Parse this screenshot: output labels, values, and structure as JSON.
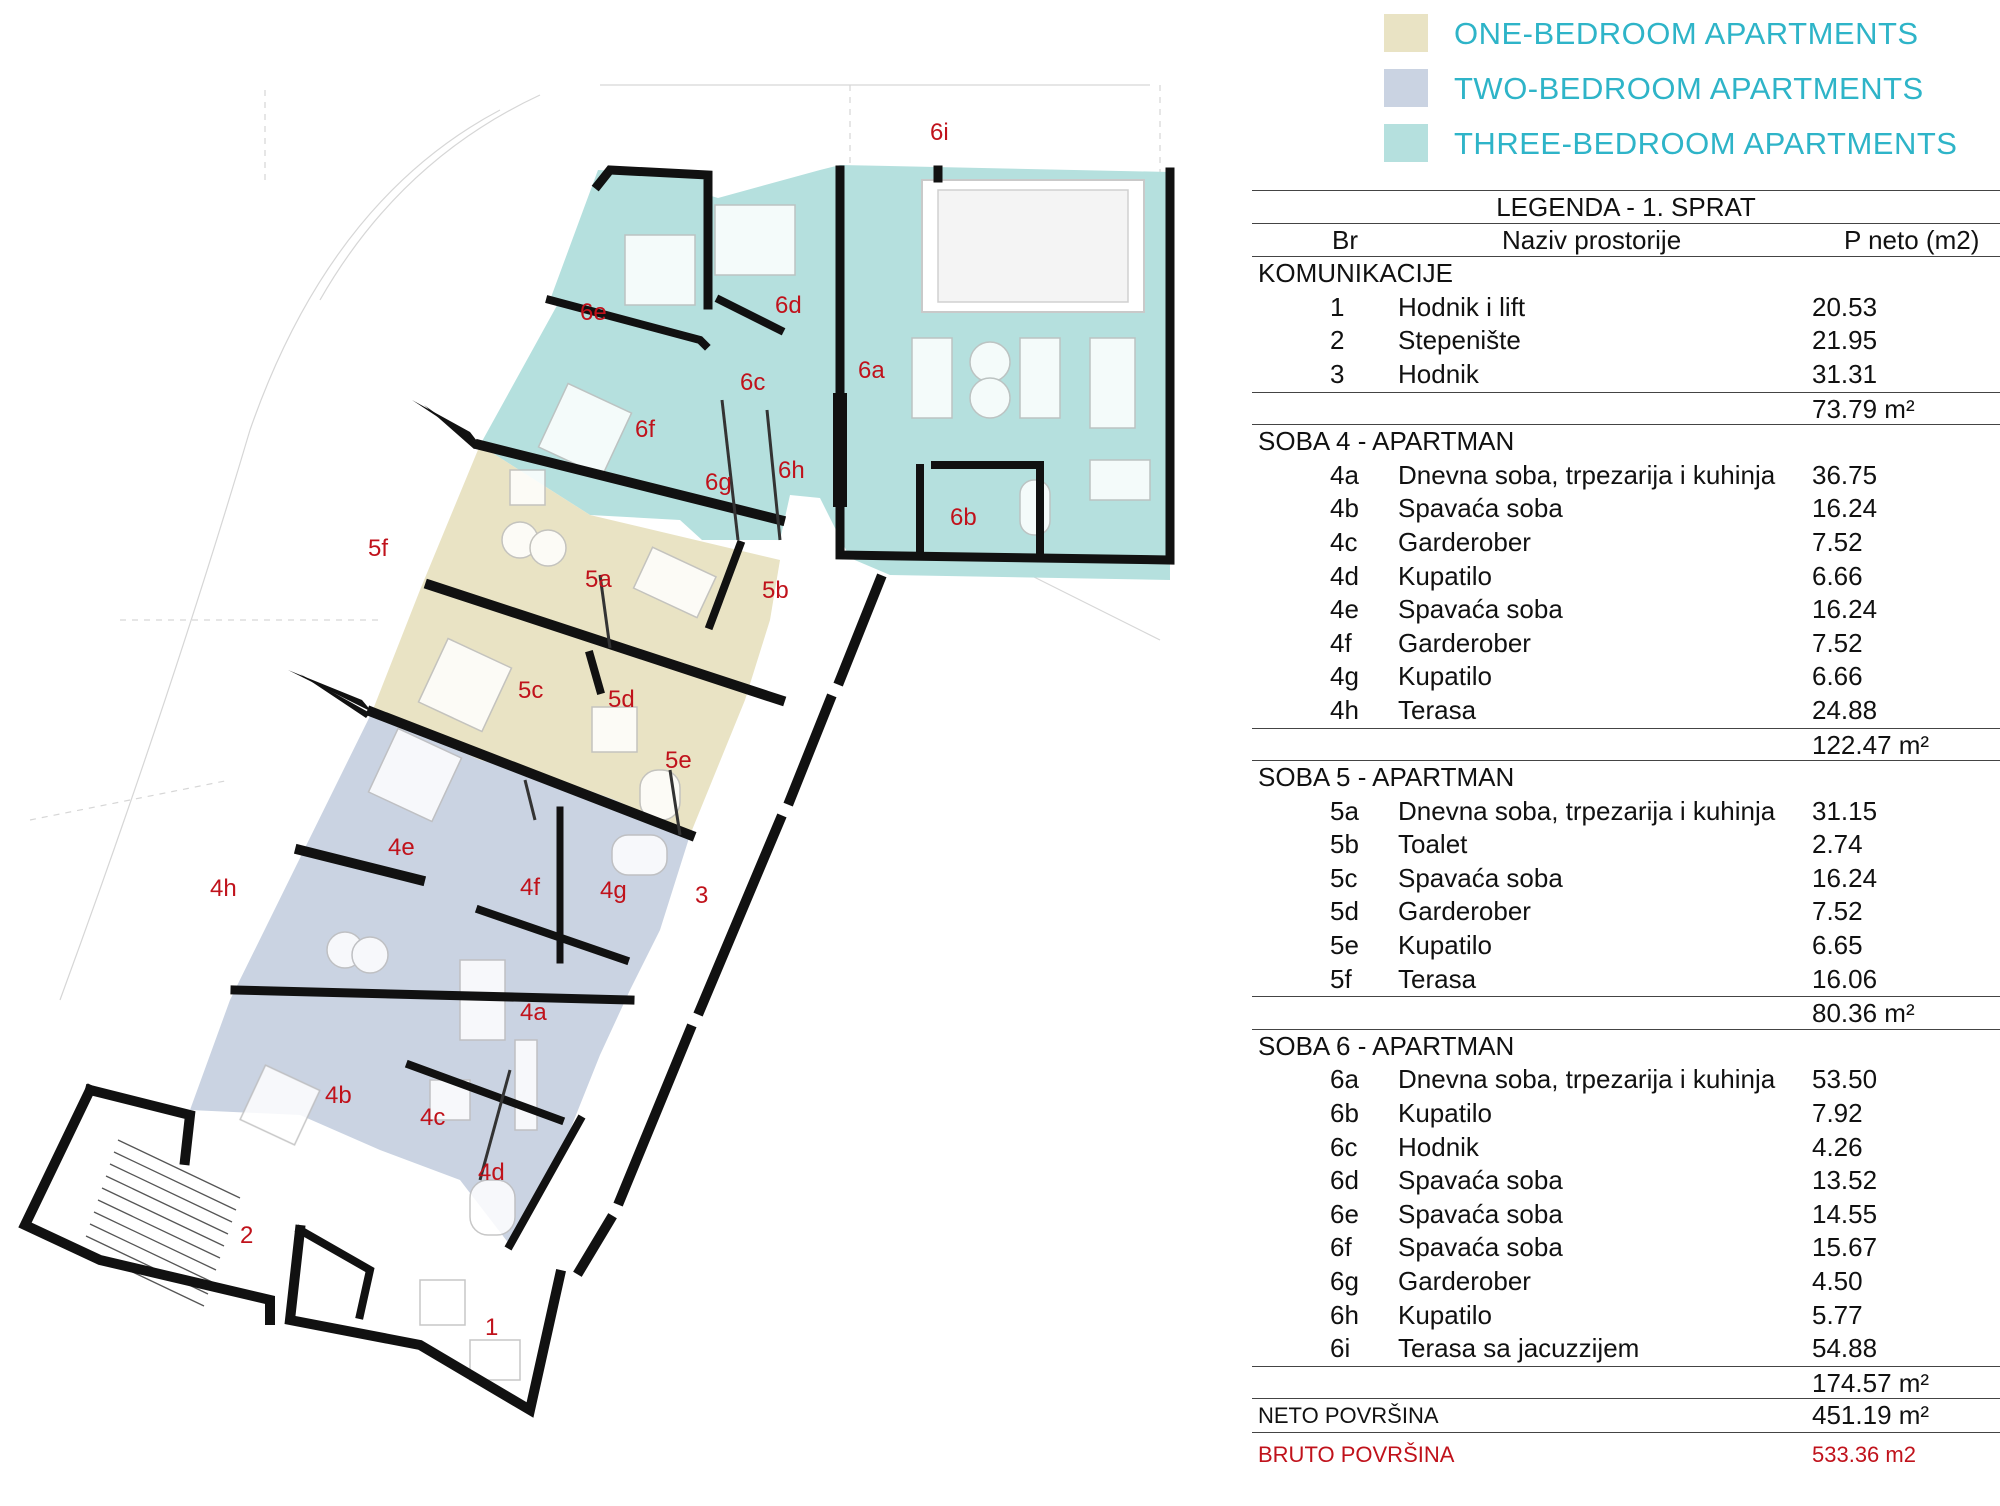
{
  "colors": {
    "one_bedroom": "#e9e3c4",
    "two_bedroom": "#cad3e2",
    "three_bedroom": "#b5e0de",
    "legend_text": "#2eb4c8",
    "label_red": "#c0121b",
    "wall": "#111111"
  },
  "legend": {
    "items": [
      {
        "label": "ONE-BEDROOM APARTMENTS",
        "color": "#e9e3c4"
      },
      {
        "label": "TWO-BEDROOM APARTMENTS",
        "color": "#cad3e2"
      },
      {
        "label": "THREE-BEDROOM APARTMENTS",
        "color": "#b5e0de"
      }
    ]
  },
  "plan": {
    "room_labels": [
      "6i",
      "6e",
      "6d",
      "6a",
      "6c",
      "6f",
      "6h",
      "6g",
      "6b",
      "5f",
      "5a",
      "5b",
      "5c",
      "5d",
      "5e",
      "4e",
      "4h",
      "4f",
      "4g",
      "3",
      "4a",
      "4b",
      "4c",
      "4d",
      "2",
      "1"
    ]
  },
  "table": {
    "title": "LEGENDA - 1. SPRAT",
    "headers": {
      "br": "Br",
      "naziv": "Naziv prostorije",
      "pneto": "P neto (m2)"
    },
    "sections": [
      {
        "name": "KOMUNIKACIJE",
        "rows": [
          {
            "code": "1",
            "name": "Hodnik i lift",
            "area": "20.53"
          },
          {
            "code": "2",
            "name": "Stepenište",
            "area": "21.95"
          },
          {
            "code": "3",
            "name": "Hodnik",
            "area": "31.31"
          }
        ],
        "total": "73.79 m²"
      },
      {
        "name": "SOBA 4 - APARTMAN",
        "rows": [
          {
            "code": "4a",
            "name": "Dnevna soba, trpezarija i kuhinja",
            "area": "36.75"
          },
          {
            "code": "4b",
            "name": "Spavaća soba",
            "area": "16.24"
          },
          {
            "code": "4c",
            "name": "Garderober",
            "area": "7.52"
          },
          {
            "code": "4d",
            "name": "Kupatilo",
            "area": "6.66"
          },
          {
            "code": "4e",
            "name": "Spavaća soba",
            "area": "16.24"
          },
          {
            "code": "4f",
            "name": "Garderober",
            "area": "7.52"
          },
          {
            "code": "4g",
            "name": "Kupatilo",
            "area": "6.66"
          },
          {
            "code": "4h",
            "name": "Terasa",
            "area": "24.88"
          }
        ],
        "total": "122.47 m²"
      },
      {
        "name": "SOBA 5 - APARTMAN",
        "rows": [
          {
            "code": "5a",
            "name": "Dnevna soba, trpezarija i kuhinja",
            "area": "31.15"
          },
          {
            "code": "5b",
            "name": "Toalet",
            "area": "2.74"
          },
          {
            "code": "5c",
            "name": "Spavaća soba",
            "area": "16.24"
          },
          {
            "code": "5d",
            "name": "Garderober",
            "area": "7.52"
          },
          {
            "code": "5e",
            "name": "Kupatilo",
            "area": "6.65"
          },
          {
            "code": "5f",
            "name": "Terasa",
            "area": "16.06"
          }
        ],
        "total": "80.36 m²"
      },
      {
        "name": "SOBA 6 - APARTMAN",
        "rows": [
          {
            "code": "6a",
            "name": "Dnevna soba, trpezarija i kuhinja",
            "area": "53.50"
          },
          {
            "code": "6b",
            "name": "Kupatilo",
            "area": "7.92"
          },
          {
            "code": "6c",
            "name": "Hodnik",
            "area": "4.26"
          },
          {
            "code": "6d",
            "name": "Spavaća soba",
            "area": "13.52"
          },
          {
            "code": "6e",
            "name": "Spavaća soba",
            "area": "14.55"
          },
          {
            "code": "6f",
            "name": "Spavaća soba",
            "area": "15.67"
          },
          {
            "code": "6g",
            "name": "Garderober",
            "area": "4.50"
          },
          {
            "code": "6h",
            "name": "Kupatilo",
            "area": "5.77"
          },
          {
            "code": "6i",
            "name": "Terasa sa jacuzzijem",
            "area": "54.88"
          }
        ],
        "total": "174.57 m²"
      }
    ],
    "neto": {
      "label": "NETO POVRŠINA",
      "value": "451.19 m²"
    },
    "bruto": {
      "label": "BRUTO POVRŠINA",
      "value": "533.36 m2"
    }
  }
}
